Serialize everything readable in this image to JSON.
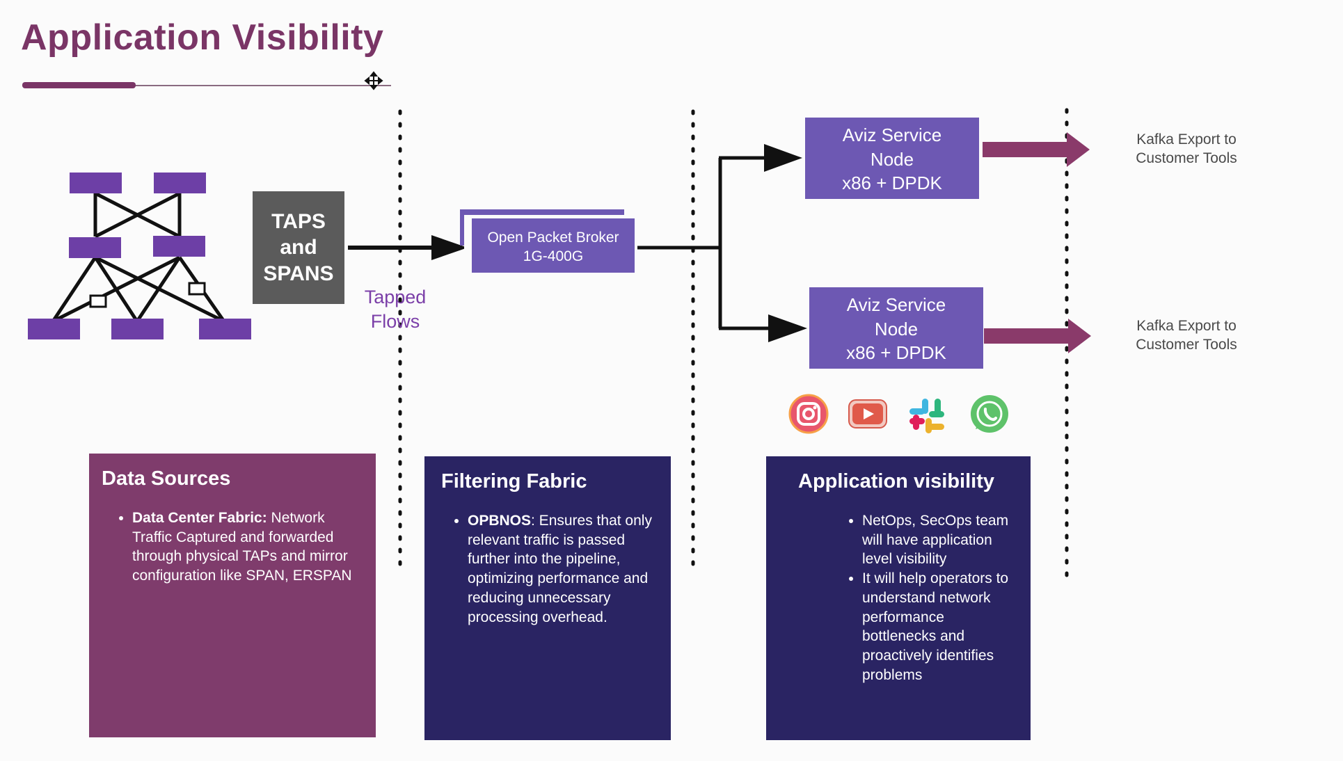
{
  "title": "Application Visibility",
  "colors": {
    "title": "#7a3566",
    "node_purple": "#6d58b3",
    "taps_gray": "#5b5b5b",
    "tapped_flows": "#7b3fa8",
    "panel_data_sources": "#7f3c6c",
    "panel_dark": "#2a2463",
    "export_arrow": "#8a3a6a"
  },
  "taps_label": "TAPS and SPANS",
  "tapped_flows_label": "Tapped Flows",
  "packet_broker": {
    "line1": "Open Packet Broker",
    "line2": "1G-400G"
  },
  "service_nodes": [
    {
      "line1": "Aviz Service",
      "line2": "Node",
      "line3": "x86 + DPDK"
    },
    {
      "line1": "Aviz Service",
      "line2": "Node",
      "line3": "x86 + DPDK"
    }
  ],
  "kafka_exports": [
    {
      "line1": "Kafka Export to",
      "line2": "Customer Tools"
    },
    {
      "line1": "Kafka Export to",
      "line2": "Customer Tools"
    }
  ],
  "app_icons": [
    "instagram-icon",
    "youtube-icon",
    "slack-icon",
    "whatsapp-icon"
  ],
  "panels": {
    "data_sources": {
      "heading": "Data Sources",
      "bullet_bold": "Data Center Fabric:",
      "bullet_text": " Network Traffic Captured and forwarded through physical TAPs and mirror configuration like SPAN, ERSPAN"
    },
    "filtering_fabric": {
      "heading": "Filtering Fabric",
      "bullet_bold": "OPBNOS",
      "bullet_text": ": Ensures that only relevant traffic is passed further into the pipeline, optimizing performance and reducing unnecessary processing overhead."
    },
    "application_visibility": {
      "heading": "Application visibility",
      "bullets": [
        "NetOps, SecOps team will have application level visibility",
        "It will help operators to understand network performance bottlenecks and proactively identifies problems"
      ]
    }
  }
}
